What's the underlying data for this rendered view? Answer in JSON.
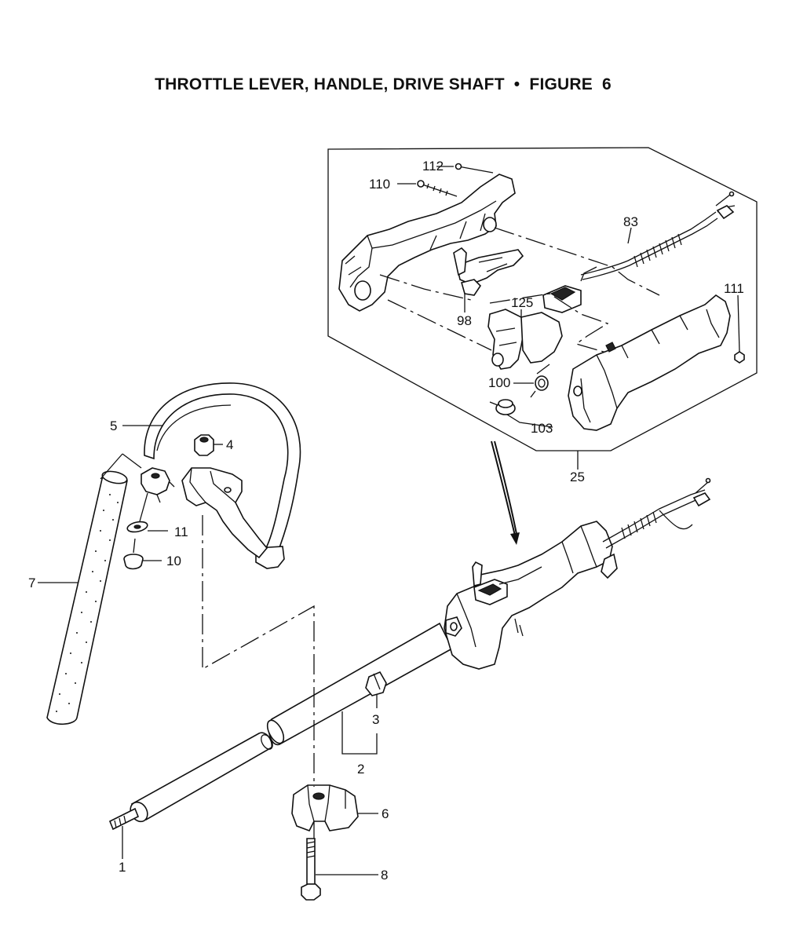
{
  "title": "THROTTLE LEVER, HANDLE, DRIVE SHAFT  •  FIGURE  6",
  "callouts": [
    "1",
    "2",
    "3",
    "4",
    "5",
    "6",
    "7",
    "8",
    "10",
    "11",
    "25",
    "83",
    "98",
    "100",
    "103",
    "110",
    "111",
    "112",
    "125"
  ]
}
